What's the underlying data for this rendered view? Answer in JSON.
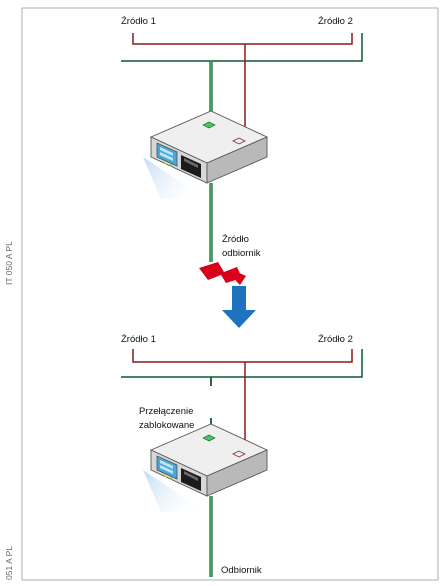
{
  "colors": {
    "red_line": "#8b1a1a",
    "green_line": "#0b5a32",
    "green_bright": "#5fd06a",
    "arrow_blue": "#1e73be",
    "fault_red": "#d9001b",
    "frame": "#9a9a9a"
  },
  "top": {
    "source1": "Źródło 1",
    "source2": "Źródło 2",
    "fault_label_1": "Źródło",
    "fault_label_2": "odbiornik",
    "side_code": "IT 050 A PL"
  },
  "bottom": {
    "source1": "Źródło 1",
    "source2": "Źródło 2",
    "locked_label_1": "Przełączenie",
    "locked_label_2": "zablokowane",
    "load_label": "Odbiornik",
    "side_code": "051 A PL"
  }
}
